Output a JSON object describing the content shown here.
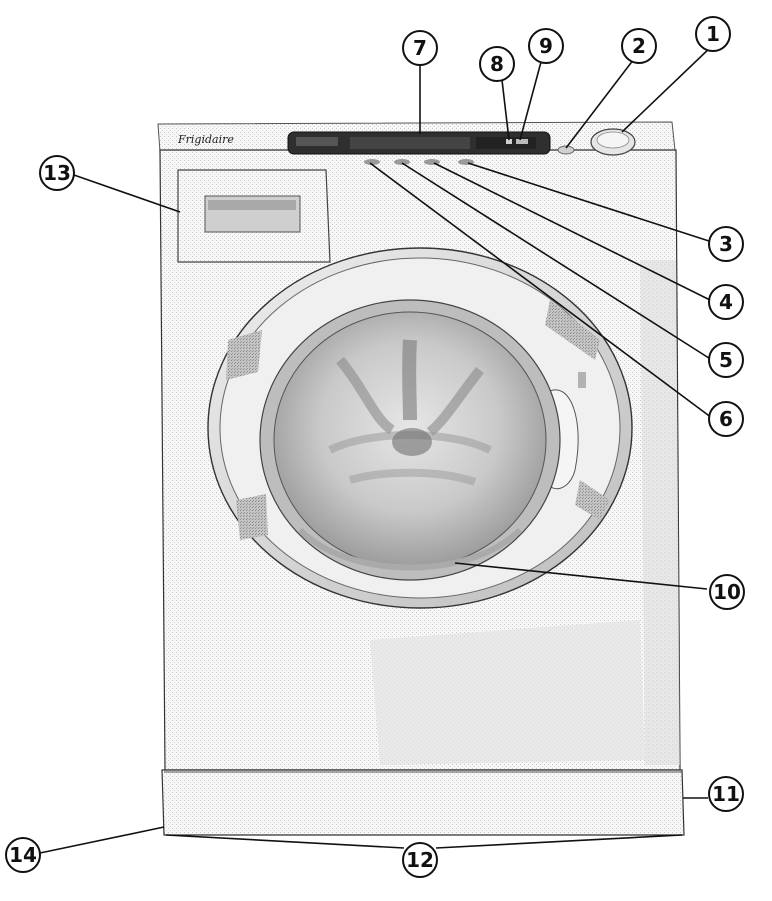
{
  "brand_logo": "Frigidaire",
  "callouts": [
    {
      "id": "1",
      "label": "1"
    },
    {
      "id": "2",
      "label": "2"
    },
    {
      "id": "3",
      "label": "3"
    },
    {
      "id": "4",
      "label": "4"
    },
    {
      "id": "5",
      "label": "5"
    },
    {
      "id": "6",
      "label": "6"
    },
    {
      "id": "7",
      "label": "7"
    },
    {
      "id": "8",
      "label": "8"
    },
    {
      "id": "9",
      "label": "9"
    },
    {
      "id": "10",
      "label": "10"
    },
    {
      "id": "11",
      "label": "11"
    },
    {
      "id": "12",
      "label": "12"
    },
    {
      "id": "13",
      "label": "13"
    },
    {
      "id": "14",
      "label": "14"
    }
  ],
  "colors": {
    "body": "#f4f4f4",
    "outline": "#222222",
    "display_panel": "#333333",
    "drum": "#d9d9d9",
    "drum_shadow": "#a6a6a6"
  }
}
